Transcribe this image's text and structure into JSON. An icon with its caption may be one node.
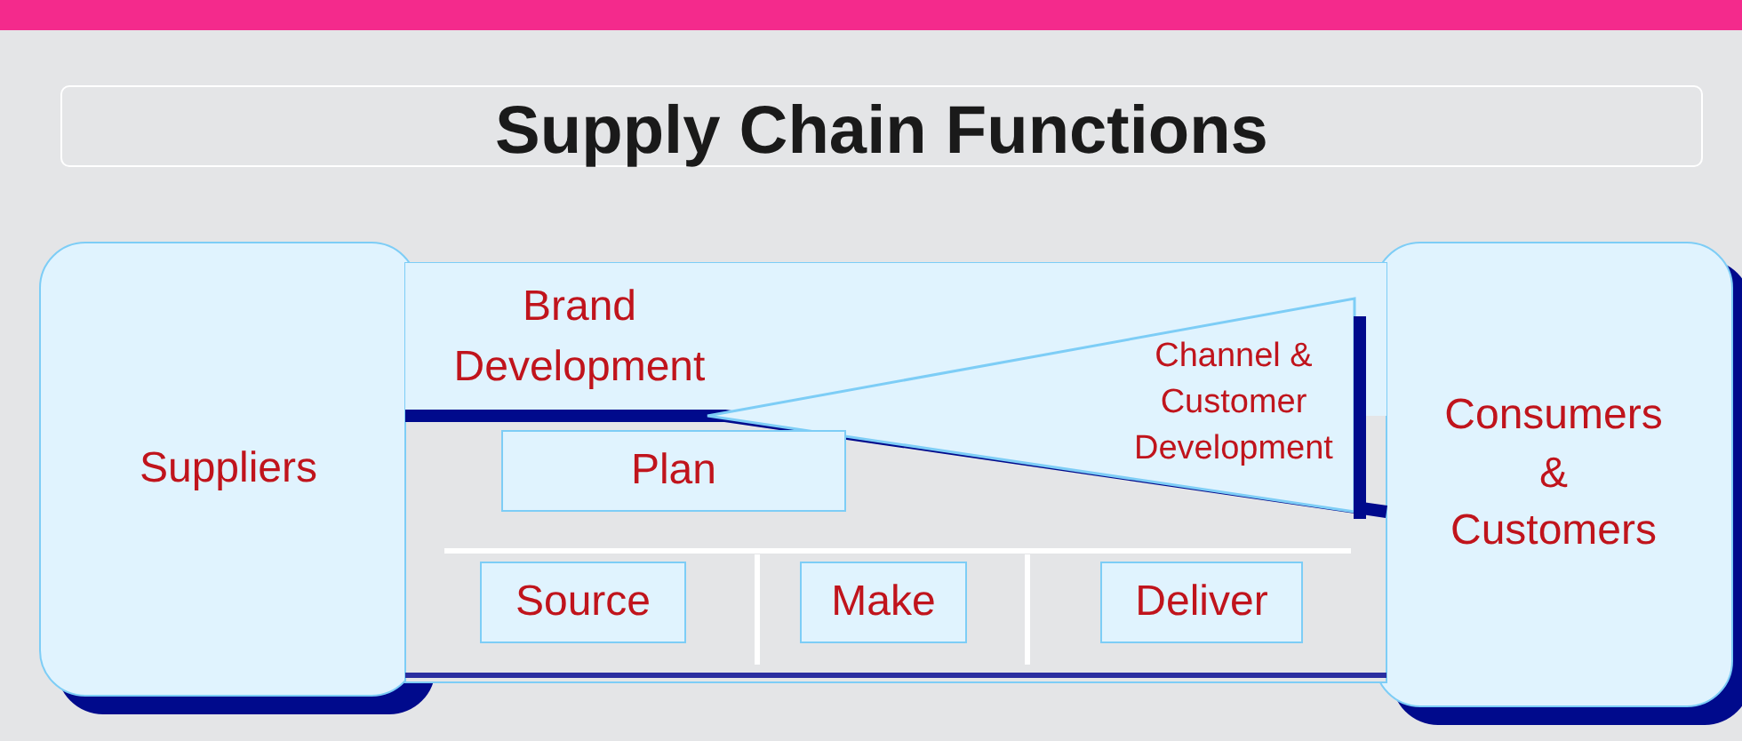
{
  "diagram": {
    "title": "Supply Chain Functions",
    "nodes": [
      {
        "text": [
          "Suppliers"
        ]
      },
      {
        "text": [
          "Consumers & Customers"
        ]
      },
      {
        "text": [
          "Brand Development"
        ]
      },
      {
        "text": [
          "Channel & Customer Development"
        ],
        "in": 2
      },
      {
        "text": [
          "Plan"
        ],
        "in": 2
      },
      {
        "text": [
          "Source"
        ],
        "in": 2
      },
      {
        "text": [
          "Make"
        ],
        "in": 2
      },
      {
        "text": [
          "Deliver"
        ],
        "in": 2
      }
    ]
  }
}
